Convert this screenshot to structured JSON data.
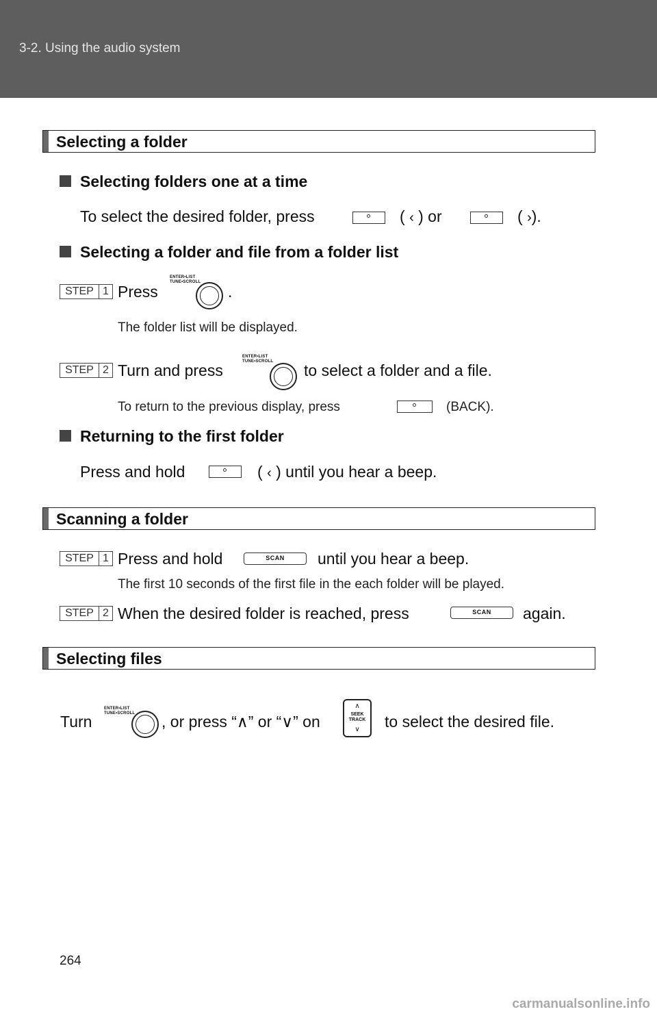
{
  "header": {
    "title": "3-2. Using the audio system"
  },
  "sections": {
    "folder": "Selecting a folder",
    "scan": "Scanning a folder",
    "files": "Selecting files"
  },
  "sub": {
    "one_at_time": "Selecting folders one at a time",
    "from_list": "Selecting a folder and file from a folder list",
    "first_folder": "Returning to the first folder"
  },
  "text": {
    "select_desired_1": "To select the desired folder, press",
    "paren_open": "(",
    "chev_left": "‹",
    "chev_right": "›",
    "or": ") or",
    "close_period": ").",
    "press": "Press",
    "period": ".",
    "list_displayed": "The folder list will be displayed.",
    "turn_and_press": "Turn and press",
    "to_select_folder_file": "to select a folder and a file.",
    "return_prev": "To return to the previous display, press",
    "back": "(BACK).",
    "press_and_hold": "Press and hold",
    "until_beep_close": ") until you hear a beep.",
    "until_beep": "until you hear a beep.",
    "first_10_seconds": "The first 10 seconds of the first file in the each folder will be played.",
    "when_reached": "When the desired folder is reached, press",
    "again": "again.",
    "turn": "Turn",
    "or_press": ", or press “∧” or “∨” on",
    "to_select_file": "to select the desired file."
  },
  "steps": {
    "label": "STEP",
    "n1": "1",
    "n2": "2"
  },
  "icons": {
    "knob_label_1": "ENTER•LIST",
    "knob_label_2": "TUNE•SCROLL",
    "scan_label": "SCAN",
    "seek_label_1": "SEEK",
    "seek_label_2": "TRACK",
    "up": "∧",
    "down": "∨"
  },
  "page_number": "264",
  "footer_url": "carmanualsonline.info"
}
